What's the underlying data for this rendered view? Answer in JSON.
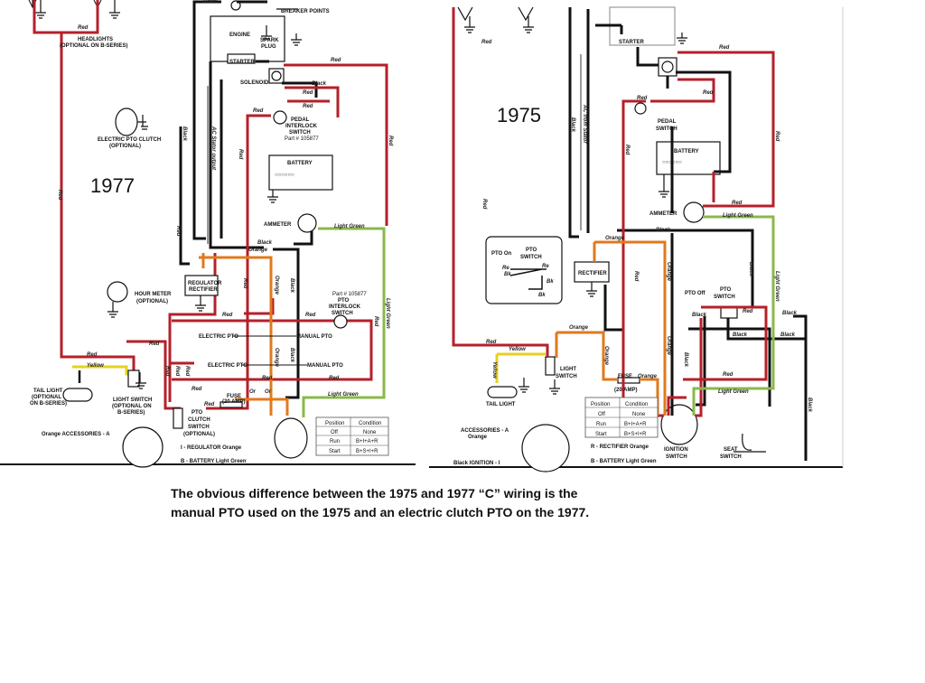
{
  "left": {
    "year": "1977",
    "labels": {
      "headlights": "HEADLIGHTS",
      "headlights_note": "(OPTIONAL ON B-SERIES)",
      "breaker": "BREAKER POINTS",
      "engine": "ENGINE",
      "spark1": "SPARK",
      "spark2": "PLUG",
      "starter": "STARTER",
      "solenoid": "SOLENOID",
      "elec_pto_clutch": "ELECTRIC PTO CLUTCH",
      "optional": "(OPTIONAL)",
      "pedal1": "PEDAL",
      "pedal2": "INTERLOCK",
      "pedal3": "SWITCH",
      "pedal_part": "Part # 105877",
      "battery": "BATTERY",
      "ammeter": "AMMETER",
      "ac_stator": "AC Stator output",
      "regulator1": "REGULATOR",
      "regulator2": "RECTIFIER",
      "hour_meter": "HOUR METER",
      "pto_part": "Part # 105877",
      "pto_il1": "PTO",
      "pto_il2": "INTERLOCK",
      "pto_il3": "SWITCH",
      "electric_pto": "ELECTRIC PTO",
      "manual_pto": "MANUAL PTO",
      "tail1": "TAIL LIGHT",
      "tail2": "(OPTIONAL",
      "tail3": "ON B-SERIES)",
      "ls1": "LIGHT SWITCH",
      "ls2": "(OPTIONAL ON",
      "ls3": "B-SERIES)",
      "fuse": "FUSE",
      "fuse_amp": "(20 AMP)",
      "ptoc1": "PTO",
      "ptoc2": "CLUTCH",
      "ptoc3": "SWITCH",
      "ptoc4": "(OPTIONAL)",
      "orange_acc": "Orange ACCESSORIES - A",
      "reg_orange": "I - REGULATOR Orange",
      "battery_lg": "B - BATTERY Light Green"
    },
    "wires": {
      "red": "Red",
      "black": "Black",
      "orange": "Orange",
      "yellow": "Yellow",
      "light_green": "Light Green",
      "or": "Or"
    },
    "table": {
      "headers": [
        "Position",
        "Condition"
      ],
      "rows": [
        [
          "Off",
          "None"
        ],
        [
          "Run",
          "B+I+A+R"
        ],
        [
          "Start",
          "B+S+I+R"
        ]
      ]
    }
  },
  "right": {
    "year": "1975",
    "labels": {
      "starter": "STARTER",
      "ac_stator": "AC from Stator",
      "pedal1": "PEDAL",
      "pedal2": "SWITCH",
      "battery": "BATTERY",
      "ammeter": "AMMETER",
      "pto_on": "PTO On",
      "pto_sw1": "PTO",
      "pto_sw2": "SWITCH",
      "re": "Re",
      "bk": "Bk",
      "rectifier": "RECTIFIER",
      "pto_off": "PTO Off",
      "pto_sw_b1": "PTO",
      "pto_sw_b2": "SWITCH",
      "light1": "LIGHT",
      "light2": "SWITCH",
      "tail": "TAIL LIGHT",
      "fuse": "FUSE",
      "fuse_amp": "(20 AMP)",
      "acc1": "ACCESSORIES - A",
      "acc2": "Orange",
      "rect_orange": "R - RECTIFIER Orange",
      "battery_lg": "B - BATTERY Light Green",
      "black_ign": "Black IGNITION - I",
      "ign1": "IGNITION",
      "ign2": "SWITCH",
      "seat1": "SEAT",
      "seat2": "SWITCH"
    },
    "wires": {
      "red": "Red",
      "black": "Black",
      "orange": "Orange",
      "yellow": "Yellow",
      "light_green": "Light Green"
    },
    "table": {
      "headers": [
        "Position",
        "Condition"
      ],
      "rows": [
        [
          "Off",
          "None"
        ],
        [
          "Run",
          "B+I+A+R"
        ],
        [
          "Start",
          "B+S+I+R"
        ]
      ]
    }
  },
  "caption": {
    "line1": "The obvious difference between the 1975 and 1977 “C” wiring is the",
    "line2": "manual PTO used on the 1975 and an electric clutch PTO on the 1977."
  },
  "colors": {
    "red": "#b5202a",
    "black": "#111111",
    "orange": "#e07a1c",
    "yellow": "#e6d21c",
    "light_green": "#8ab84a",
    "gray": "#9a9a9a"
  }
}
